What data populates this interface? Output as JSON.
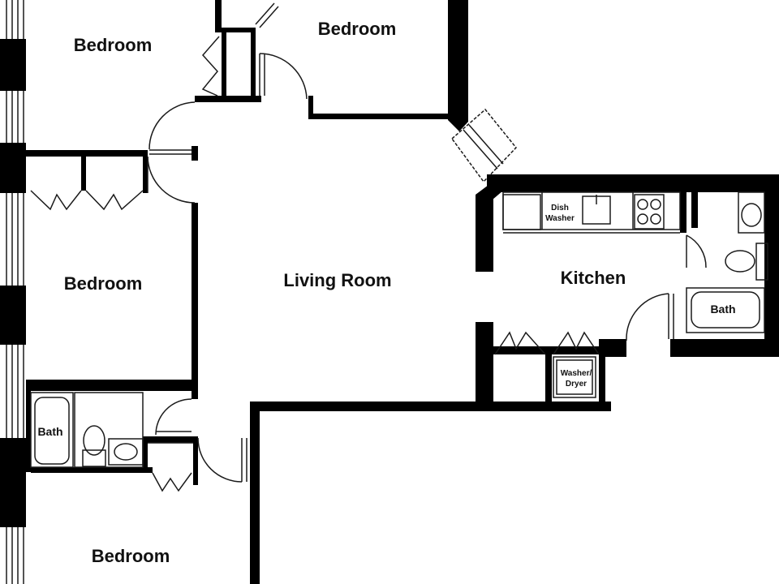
{
  "floorplan": {
    "rooms": {
      "bedroom_top_left": "Bedroom",
      "bedroom_top_center": "Bedroom",
      "bedroom_middle_left": "Bedroom",
      "bedroom_bottom_left": "Bedroom",
      "living_room": "Living Room",
      "kitchen": "Kitchen"
    },
    "fixtures": {
      "bath_left": "Bath",
      "bath_right": "Bath",
      "dishwasher_line1": "Dish",
      "dishwasher_line2": "Washer",
      "washer_dryer_line1": "Washer/",
      "washer_dryer_line2": "Dryer"
    },
    "colors": {
      "wall": "#000000",
      "background": "#ffffff",
      "line": "#1a1a1a"
    }
  }
}
